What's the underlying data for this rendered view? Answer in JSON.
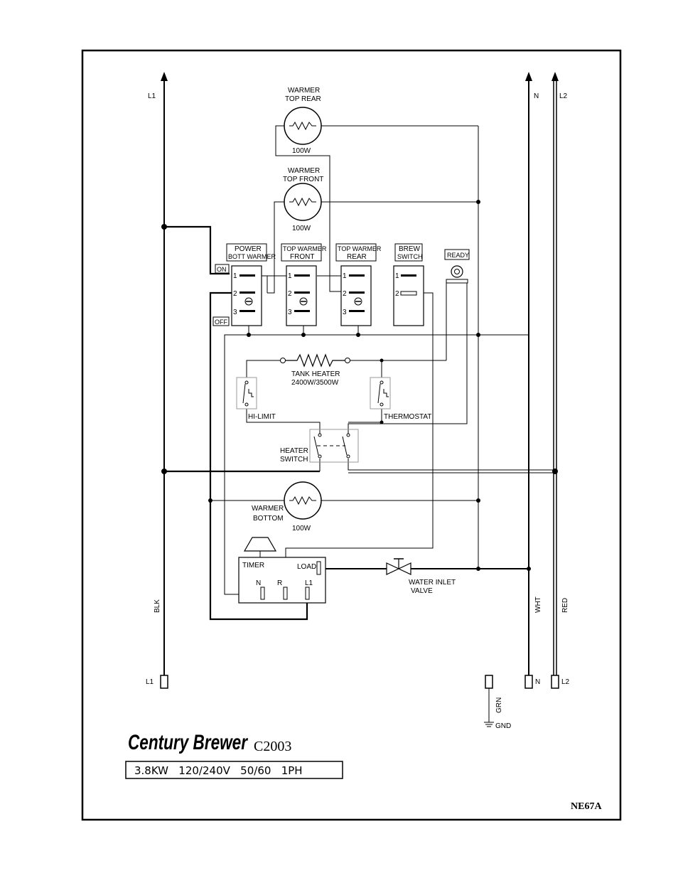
{
  "rails": {
    "l1_label": "L1",
    "n_label": "N",
    "l2_label": "L2",
    "blk": "BLK",
    "wht": "WHT",
    "red": "RED"
  },
  "heaters": {
    "top_rear": {
      "line1": "WARMER",
      "line2": "TOP  REAR",
      "watts": "100W"
    },
    "top_front": {
      "line1": "WARMER",
      "line2": "TOP  FRONT",
      "watts": "100W"
    },
    "bottom": {
      "line1": "WARMER",
      "line2": "BOTTOM",
      "watts": "100W"
    }
  },
  "switches": {
    "power": {
      "line1": "POWER",
      "line2": "BOTT WARMER"
    },
    "top_front": {
      "line1": "TOP WARMER",
      "line2": "FRONT"
    },
    "top_rear": {
      "line1": "TOP WARMER",
      "line2": "REAR"
    },
    "brew": {
      "line1": "BREW",
      "line2": "SWITCH"
    },
    "pos1": "1",
    "pos2": "2",
    "pos3": "3",
    "on": "ON",
    "off": "OFF"
  },
  "ready": "READY",
  "tank_heater": {
    "line1": "TANK  HEATER",
    "line2": "2400W/3500W"
  },
  "hi_limit": "HI-LIMIT",
  "thermostat": "THERMOSTAT",
  "heater_switch": {
    "line1": "HEATER",
    "line2": "SWITCH"
  },
  "timer": {
    "title": "TIMER",
    "load": "LOAD",
    "n": "N",
    "r": "R",
    "l1": "L1"
  },
  "valve": {
    "line1": "WATER  INLET",
    "line2": "VALVE"
  },
  "terminals": {
    "l1": "L1",
    "n": "N",
    "l2": "L2",
    "grn": "GRN",
    "gnd": "GND"
  },
  "brand": "Century Brewer",
  "model": "C2003",
  "spec": "3.8KW   120/240V   50/60   1PH",
  "drawing_code": "NE67A"
}
